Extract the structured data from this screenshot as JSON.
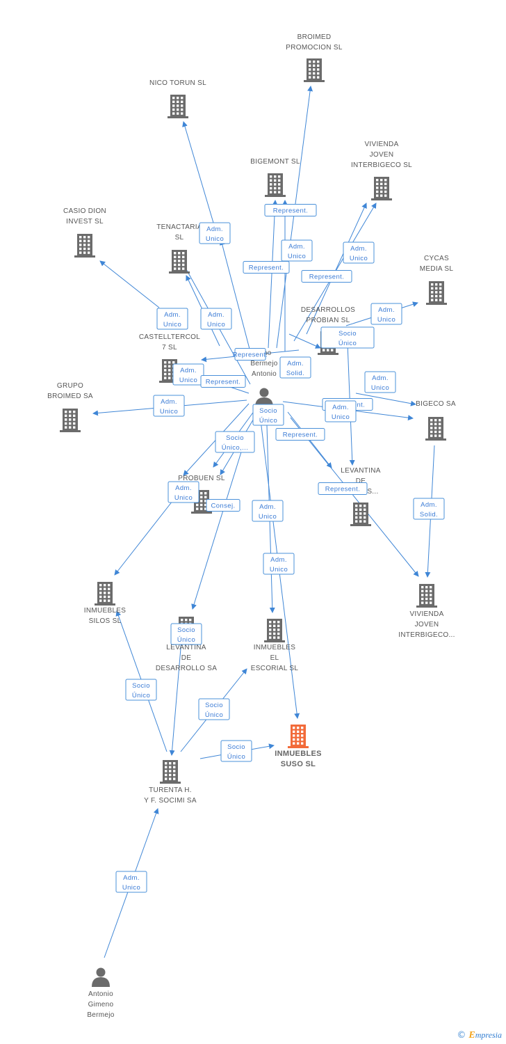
{
  "graph": {
    "nodes": [
      {
        "id": "broimed_promocion",
        "type": "company",
        "label": [
          "BROIMED",
          "PROMOCION SL"
        ]
      },
      {
        "id": "nico_torun",
        "type": "company",
        "label": [
          "NICO TORUN SL"
        ]
      },
      {
        "id": "bigemont",
        "type": "company",
        "label": [
          "BIGEMONT  SL"
        ]
      },
      {
        "id": "vivienda_joven_1",
        "type": "company",
        "label": [
          "VIVIENDA",
          "JOVEN",
          "INTERBIGECO SL"
        ]
      },
      {
        "id": "casio_dion",
        "type": "company",
        "label": [
          "CASIO DION",
          "INVEST SL"
        ]
      },
      {
        "id": "tenactaria",
        "type": "company",
        "label": [
          "TENACTARIA",
          "SL"
        ]
      },
      {
        "id": "cycas_media",
        "type": "company",
        "label": [
          "CYCAS",
          "MEDIA  SL"
        ]
      },
      {
        "id": "desarrollos_probian",
        "type": "company",
        "label": [
          "DESARROLLOS",
          "PROBIAN SL"
        ]
      },
      {
        "id": "castelltercol",
        "type": "company",
        "label": [
          "CASTELLTERCOL",
          "7 SL"
        ]
      },
      {
        "id": "person_center",
        "type": "person",
        "label": [
          "...no",
          "Bermejo",
          "Antonio"
        ]
      },
      {
        "id": "grupo_broimed",
        "type": "company",
        "label": [
          "GRUPO",
          "BROIMED SA"
        ]
      },
      {
        "id": "bigeco",
        "type": "company",
        "label": [
          "BIGECO SA"
        ]
      },
      {
        "id": "probuen",
        "type": "company",
        "label": [
          "PROBUEN SL"
        ]
      },
      {
        "id": "levantina_promociones",
        "type": "company",
        "label": [
          "LEVANTINA",
          "DE",
          "...IONES..."
        ]
      },
      {
        "id": "vivienda_joven_2",
        "type": "company",
        "label": [
          "VIVIENDA",
          "JOVEN",
          "INTERBIGECO..."
        ]
      },
      {
        "id": "inmuebles_silos",
        "type": "company",
        "label": [
          "INMUEBLES",
          "SILOS  SL"
        ]
      },
      {
        "id": "levantina_desarrollo",
        "type": "company",
        "label": [
          "LEVANTINA",
          "DE",
          "DESARROLLO SA"
        ]
      },
      {
        "id": "inmuebles_escorial",
        "type": "company",
        "label": [
          "INMUEBLES",
          "EL",
          "ESCORIAL  SL"
        ]
      },
      {
        "id": "inmuebles_suso",
        "type": "focus",
        "label": [
          "INMUEBLES",
          "SUSO  SL"
        ]
      },
      {
        "id": "turenta",
        "type": "company",
        "label": [
          "TURENTA H.",
          "Y F. SOCIMI SA"
        ]
      },
      {
        "id": "antonio_gimeno",
        "type": "person",
        "label": [
          "Antonio",
          "Gimeno",
          "Bermejo"
        ]
      }
    ],
    "edge_labels": [
      [
        "Adm.",
        "Unico"
      ],
      [
        "Adm.",
        "Unico"
      ],
      [
        "Represent."
      ],
      [
        "Adm.",
        "Unico"
      ],
      [
        "Represent."
      ],
      [
        "Adm.",
        "Unico"
      ],
      [
        "Represent."
      ],
      [
        "Adm.",
        "Unico"
      ],
      [
        "Adm.",
        "Unico"
      ],
      [
        "Adm.",
        "Unico"
      ],
      [
        "Represent."
      ],
      [
        "Adm.",
        "Unico"
      ],
      [
        "Adm.",
        "Solid."
      ],
      [
        "Socio",
        "Único"
      ],
      [
        "Represent."
      ],
      [
        "Adm.",
        "Unico"
      ],
      [
        "Adm.",
        "Unico"
      ],
      [
        "Represent."
      ],
      [
        "Socio",
        "Único"
      ],
      [
        "Adm.",
        "Unico"
      ],
      [
        "Socio",
        "Único,..."
      ],
      [
        "Represent."
      ],
      [
        "Adm.",
        "Unico"
      ],
      [
        "Consej."
      ],
      [
        "Represent."
      ],
      [
        "Adm.",
        "Unico"
      ],
      [
        "Adm.",
        "Solid."
      ],
      [
        "Adm.",
        "Unico"
      ],
      [
        "Socio",
        "Único"
      ],
      [
        "Socio",
        "Único"
      ],
      [
        "Socio",
        "Único"
      ],
      [
        "Socio",
        "Único"
      ],
      [
        "Adm.",
        "Unico"
      ]
    ]
  },
  "footer": {
    "copyright": "©",
    "brand_first": "E",
    "brand_rest": "mpresia"
  },
  "colors": {
    "edge": "#3f86d6",
    "company_icon": "#6b6b6b",
    "focus_icon": "#f26b3a",
    "label_text": "#3a7bd5"
  }
}
